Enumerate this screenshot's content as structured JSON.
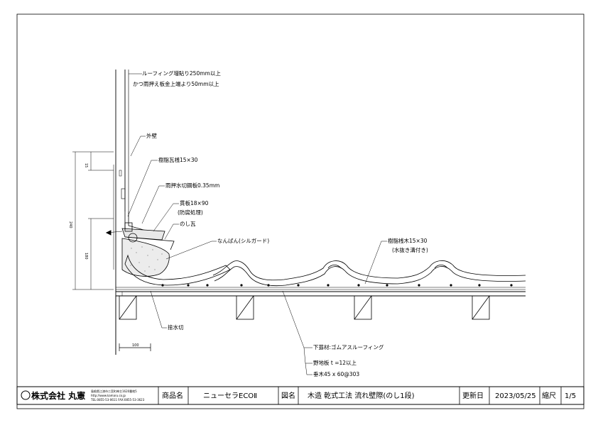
{
  "annotations": {
    "roofing_overlap_1": "ルーフィング増貼り250mm以上",
    "roofing_overlap_2": "かつ雨押え板金上端より50mm以上",
    "outer_wall": "外壁",
    "resin_batten": "樹脂瓦桟15×30",
    "flashing": "雨押水切鋼板0.35mm",
    "board_1": "貫板18×90",
    "board_2": "(防腐処理)",
    "noshi_tile": "のし瓦",
    "nanban": "なんばん(シルガード)",
    "resin_strip_1": "樹脂桟木15×30",
    "resin_strip_2": "(水抜き溝付き)",
    "drip_edge": "捨水切",
    "underlay": "下葺材:ゴムアスルーフィング",
    "sheathing": "野地板 t =12以上",
    "rafter": "垂木45 x 60@303"
  },
  "dimensions": {
    "d1": "15",
    "d2": "240",
    "d3": "180",
    "d4": "100"
  },
  "title_block": {
    "company": "株式会社 丸憲",
    "address": "島根県江津市二宮町神主1620番地5",
    "url": "http://www.kamaru.co.jp",
    "tel": "TEL:0855-53-0611 FAX:0855-53-3623",
    "product_label": "商品名",
    "product_name": "ニューセラECOⅡ",
    "drawing_label": "図名",
    "drawing_name": "木造 乾式工法 流れ壁際(のし1段)",
    "updated_label": "更新日",
    "updated_date": "2023/05/25",
    "scale_label": "縮尺",
    "scale_value": "1/5"
  }
}
